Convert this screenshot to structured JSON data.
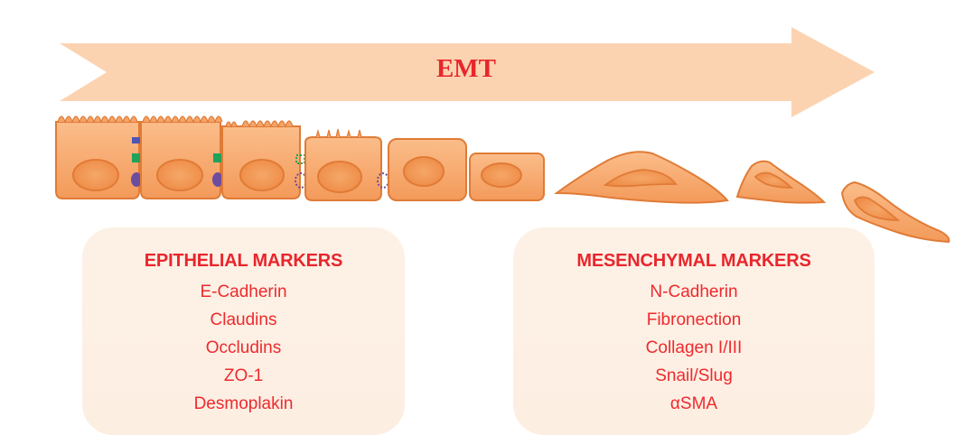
{
  "arrow": {
    "label": "EMT",
    "color": "#fcd3b0"
  },
  "colors": {
    "cell_fill": "#f6a86e",
    "cell_edge": "#e07b36",
    "nucleus": "#f39a58",
    "label_red": "#e8262c"
  },
  "epithelial": {
    "title": "EPITHELIAL MARKERS",
    "markers": [
      "E-Cadherin",
      "Claudins",
      "Occludins",
      "ZO-1",
      "Desmoplakin"
    ]
  },
  "mesenchymal": {
    "title": "MESENCHYMAL MARKERS",
    "markers": [
      "N-Cadherin",
      "Fibronection",
      "Collagen I/III",
      "Snail/Slug",
      "αSMA"
    ]
  }
}
